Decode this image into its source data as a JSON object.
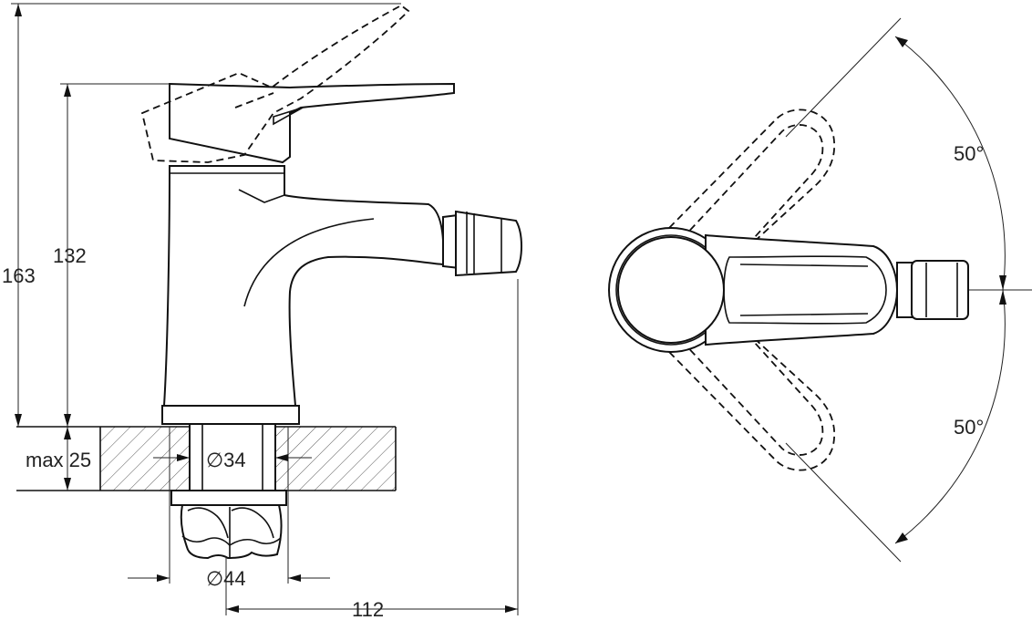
{
  "dimensions": {
    "total_height": "163",
    "body_height": "132",
    "max_thickness": "max 25",
    "hole_diameter": "∅34",
    "base_diameter": "∅44",
    "spout_reach": "112",
    "rotation_top": "50°",
    "rotation_bottom": "50°"
  },
  "colors": {
    "line": "#111111",
    "background": "#ffffff"
  }
}
